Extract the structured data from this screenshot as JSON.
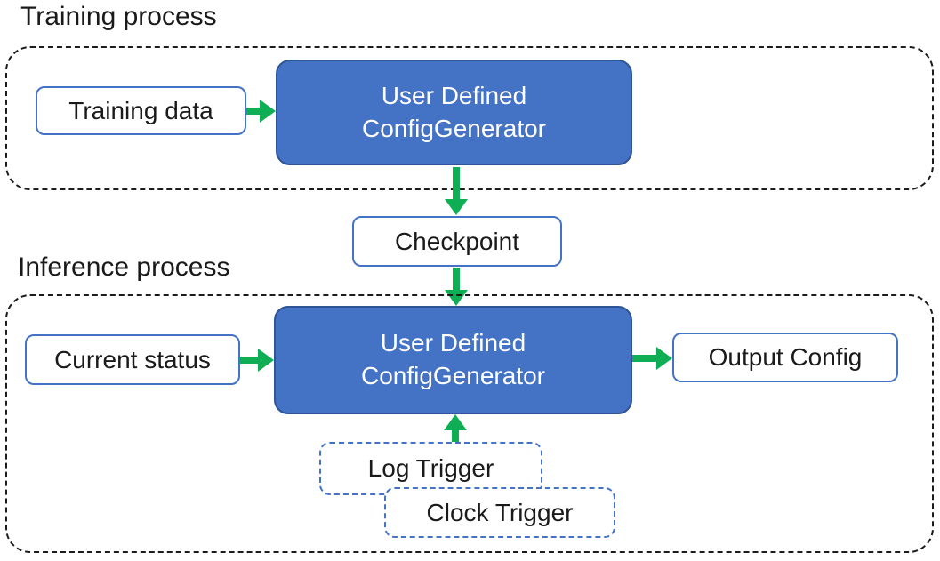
{
  "colors": {
    "generator_fill": "#4472C4",
    "generator_border": "#2F5597",
    "io_border": "#4472C4",
    "trigger_border": "#4472C4",
    "arrow_green": "#0FAE55",
    "container_dash": "#1c1c1c",
    "text_dark": "#1a1a1a",
    "text_light": "#ffffff"
  },
  "generator": {
    "line1": "User Defined",
    "line2": "ConfigGenerator"
  },
  "training": {
    "title": "Training process",
    "input_box": "Training data"
  },
  "checkpoint": {
    "label": "Checkpoint"
  },
  "inference": {
    "title": "Inference process",
    "input_box": "Current status",
    "output_box": "Output Config",
    "triggers": [
      {
        "label": "Log Trigger"
      },
      {
        "label": "Clock Trigger"
      }
    ]
  }
}
